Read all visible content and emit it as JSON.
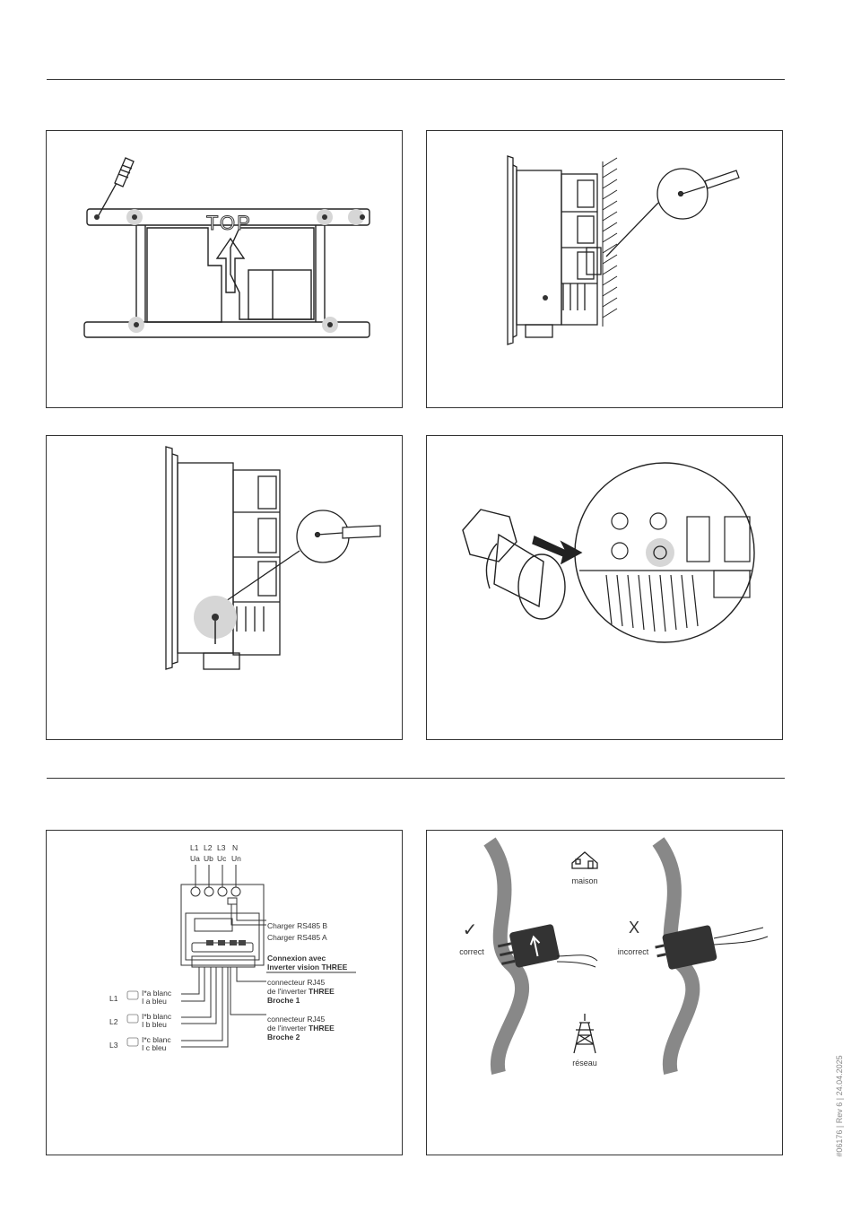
{
  "page": {
    "side_text": "#06176 | Rev 6 | 24.04.2025"
  },
  "panel1": {
    "top_label": "TOP"
  },
  "panel5": {
    "phases_top": [
      "L1",
      "L2",
      "L3",
      "N"
    ],
    "voltages_top": [
      "Ua",
      "Ub",
      "Uc",
      "Un"
    ],
    "charger_b": "Charger RS485 B",
    "charger_a": "Charger RS485 A",
    "connexion_line1": "Connexion avec",
    "connexion_line2_prefix": "Inverter vision ",
    "connexion_line2_bold": "THREE",
    "rj45_1_line1": "connecteur RJ45",
    "rj45_1_line2_prefix": "de l'inverter ",
    "rj45_1_line2_bold": "THREE",
    "rj45_1_line3": "Broche 1",
    "rj45_2_line1": "connecteur RJ45",
    "rj45_2_line2_prefix": "de l'inverter ",
    "rj45_2_line2_bold": "THREE",
    "rj45_2_line3": "Broche 2",
    "phases_left": [
      {
        "phase": "L1",
        "blanc": "I*a blanc",
        "bleu": "I a  bleu"
      },
      {
        "phase": "L2",
        "blanc": "I*b blanc",
        "bleu": "I b  bleu"
      },
      {
        "phase": "L3",
        "blanc": "I*c blanc",
        "bleu": "I c  bleu"
      }
    ]
  },
  "panel6": {
    "maison": "maison",
    "reseau": "réseau",
    "correct": "correct",
    "incorrect": "incorrect",
    "check_mark": "✓",
    "x_mark": "X"
  }
}
